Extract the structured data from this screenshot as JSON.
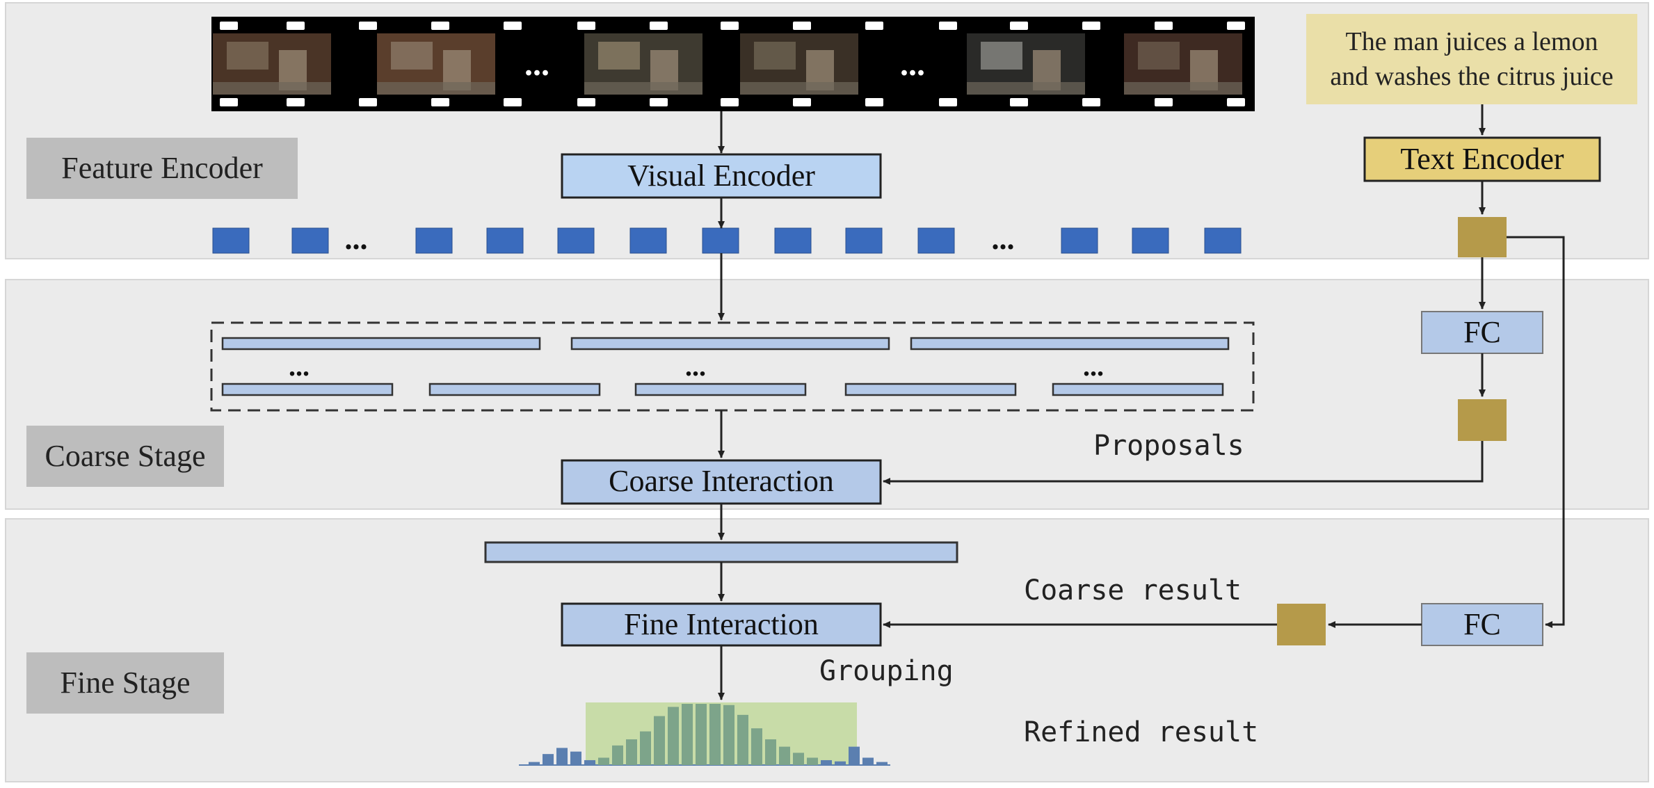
{
  "stages": {
    "feature": "Feature Encoder",
    "coarse": "Coarse Stage",
    "fine": "Fine Stage"
  },
  "query": {
    "line1": "The man juices a lemon",
    "line2": "and washes the citrus juice"
  },
  "blocks": {
    "visual_encoder": "Visual Encoder",
    "text_encoder": "Text Encoder",
    "fc_top": "FC",
    "fc_bottom": "FC",
    "coarse_interaction": "Coarse Interaction",
    "fine_interaction": "Fine Interaction"
  },
  "labels": {
    "proposals": "Proposals",
    "coarse_result": "Coarse result",
    "grouping": "Grouping",
    "refined_result": "Refined result"
  },
  "ellipsis": "...",
  "histogram": {
    "values": [
      0.05,
      0.18,
      0.28,
      0.22,
      0.08,
      0.12,
      0.32,
      0.42,
      0.55,
      0.8,
      0.95,
      1.0,
      1.0,
      1.0,
      0.98,
      0.82,
      0.6,
      0.42,
      0.3,
      0.2,
      0.12,
      0.08,
      0.06,
      0.3,
      0.12,
      0.05
    ],
    "highlight_start": 5,
    "highlight_end": 20,
    "bar_color": "#5b7fb0",
    "highlight_bar_color": "#7da48a",
    "highlight_bg": "#c8dca8"
  },
  "colors": {
    "stage_bg": "#ebebeb",
    "stage_label_bg": "#bdbdbd",
    "block_fill": "#b4c9e8",
    "visual_block_fill": "#b9d3f2",
    "feature_square": "#3a6bbd",
    "text_feature": "#b59a4a",
    "query_bg": "#eadfa8",
    "text_encoder_fill": "#e6cf7a"
  }
}
